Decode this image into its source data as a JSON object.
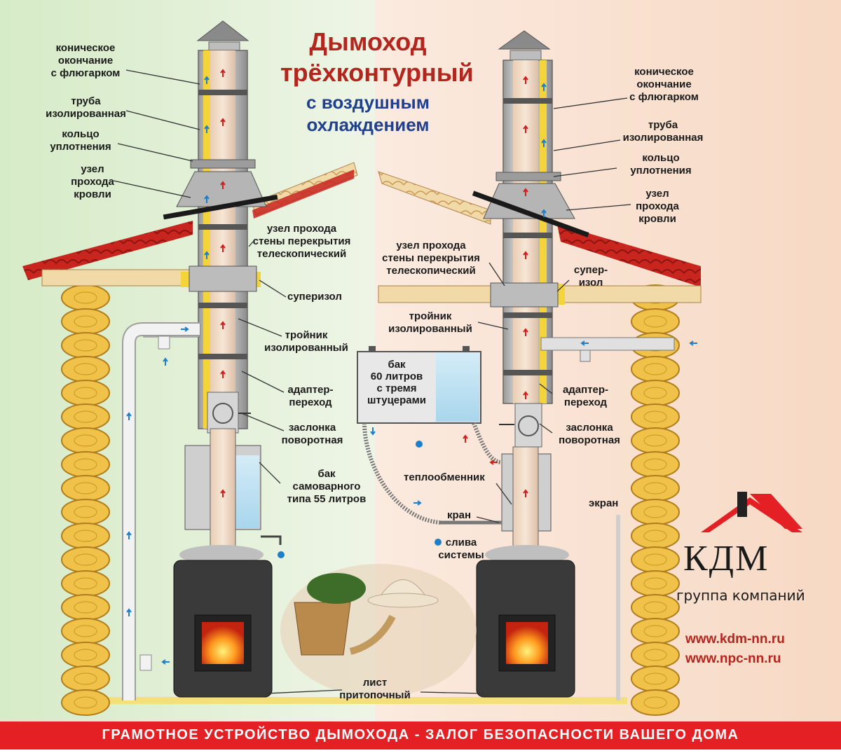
{
  "title": {
    "line1": "Дымоход",
    "line2": "трёхконтурный",
    "sub1": "с воздушным",
    "sub2": "охлаждением"
  },
  "left": {
    "cone_1": "коническое",
    "cone_2": "окончание",
    "cone_3": "с флюгарком",
    "pipe_1": "труба",
    "pipe_2": "изолированная",
    "ring_1": "кольцо",
    "ring_2": "уплотнения",
    "roof_1": "узел",
    "roof_2": "прохода",
    "roof_3": "кровли",
    "wall_1": "узел прохода",
    "wall_2": "стены перекрытия",
    "wall_3": "телескопический",
    "superizol": "суперизол",
    "tee_1": "тройник",
    "tee_2": "изолированный",
    "adapter_1": "адаптер-",
    "adapter_2": "переход",
    "damper_1": "заслонка",
    "damper_2": "поворотная",
    "tank_1": "бак",
    "tank_2": "самоварного",
    "tank_3": "типа 55 литров"
  },
  "right": {
    "cone_1": "коническое",
    "cone_2": "окончание",
    "cone_3": "с флюгарком",
    "pipe_1": "труба",
    "pipe_2": "изолированная",
    "ring_1": "кольцо",
    "ring_2": "уплотнения",
    "roof_1": "узел",
    "roof_2": "прохода",
    "roof_3": "кровли",
    "wall_1": "узел прохода",
    "wall_2": "стены перекрытия",
    "wall_3": "телескопический",
    "super_1": "супер-",
    "super_2": "изол",
    "tee_1": "тройник",
    "tee_2": "изолированный",
    "adapter_1": "адаптер-",
    "adapter_2": "переход",
    "damper_1": "заслонка",
    "damper_2": "поворотная",
    "exchanger": "теплообменник",
    "tap": "кран",
    "drain_1": "слива",
    "drain_2": "системы",
    "screen": "экран"
  },
  "tank60": {
    "l1": "бак",
    "l2": "60 литров",
    "l3": "с тремя",
    "l4": "штуцерами"
  },
  "sheet_1": "лист",
  "sheet_2": "притопочный",
  "brand": {
    "name": "КДМ",
    "sub": "группа компаний",
    "site1": "www.kdm-nn.ru",
    "site2": "www.npc-nn.ru"
  },
  "footer": "ГРАМОТНОЕ УСТРОЙСТВО ДЫМОХОДА - ЗАЛОГ БЕЗОПАСНОСТИ ВАШЕГО ДОМА",
  "colors": {
    "bg_left": "#e3efd9",
    "bg_right": "#f8e4d6",
    "accent_red": "#e42025",
    "title_red": "#b3261e",
    "title_blue": "#1f3f8f",
    "arrow_red": "#d0201c",
    "arrow_blue": "#1e7ec8",
    "insulation": "#f4d43a",
    "log": "#f0c24a",
    "roof_tile": "#c8251f"
  }
}
